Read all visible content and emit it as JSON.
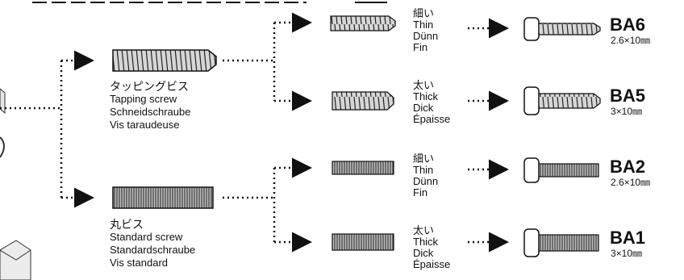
{
  "colors": {
    "ink": "#1a1a1a",
    "screw_light": "#c9c9c9",
    "screw_dark": "#6a6a6a",
    "bg": "#ffffff"
  },
  "tapping": {
    "lines": [
      "タッピングビス",
      "Tapping screw",
      "Schneidschraube",
      "Vis taraudeuse"
    ]
  },
  "standard": {
    "lines": [
      "丸ビス",
      "Standard screw",
      "Standardschraube",
      "Vis standard"
    ]
  },
  "thin_label": [
    "細い",
    "Thin",
    "Dünn",
    "Fin"
  ],
  "thick_label": [
    "太い",
    "Thick",
    "Dick",
    "Épaisse"
  ],
  "parts": [
    {
      "code": "BA6",
      "size": "2.6×10㎜"
    },
    {
      "code": "BA5",
      "size": "3×10㎜"
    },
    {
      "code": "BA2",
      "size": "2.6×10㎜"
    },
    {
      "code": "BA1",
      "size": "3×10㎜"
    }
  ]
}
